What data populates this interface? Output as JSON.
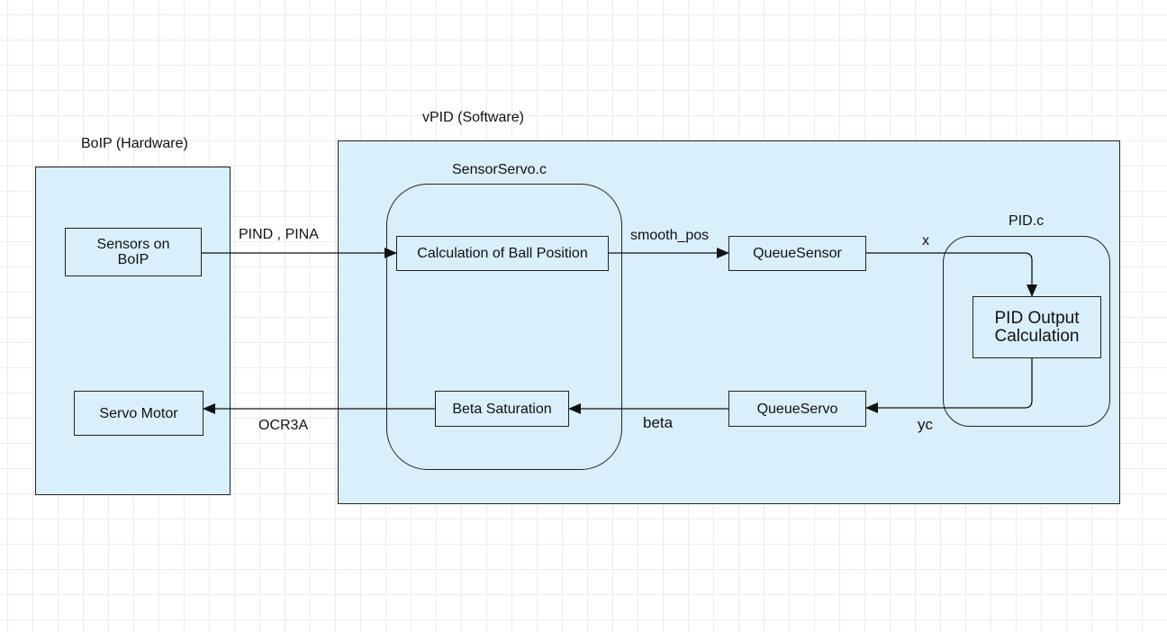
{
  "groups": {
    "hardware": "BoIP (Hardware)",
    "software": "vPID (Software)"
  },
  "modules": {
    "sensor_servo": "SensorServo.c",
    "pid": "PID.c"
  },
  "nodes": {
    "sensors": {
      "line1": "Sensors on",
      "line2": "BoIP"
    },
    "servo_motor": "Servo Motor",
    "ball_position": "Calculation of Ball Position",
    "beta_saturation": "Beta Saturation",
    "queue_sensor": "QueueSensor",
    "queue_servo": "QueueServo",
    "pid_output": {
      "line1": "PID Output",
      "line2": "Calculation"
    }
  },
  "edges": {
    "pind_pina": "PIND , PINA",
    "smooth_pos": "smooth_pos",
    "x": "x",
    "yc": "yc",
    "beta": "beta",
    "ocr3a": "OCR3A"
  }
}
